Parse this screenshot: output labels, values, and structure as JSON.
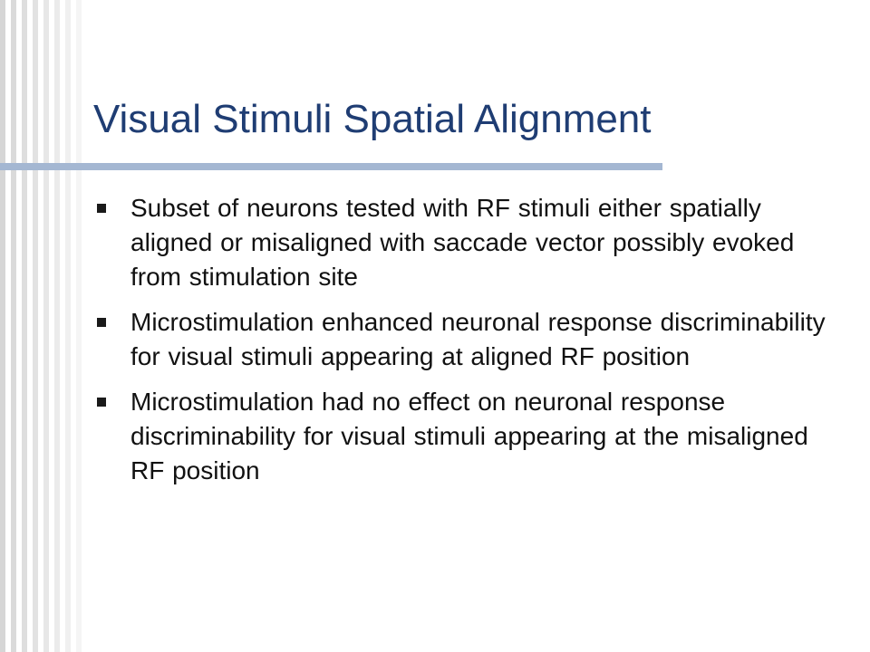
{
  "slide": {
    "title": "Visual Stimuli Spatial Alignment",
    "bullets": [
      {
        "text": "Subset of neurons tested with RF stimuli either spatially aligned or misaligned with saccade vector possibly evoked from stimulation site"
      },
      {
        "text": "Microstimulation enhanced neuronal response discriminability for visual stimuli appearing at aligned RF position"
      },
      {
        "text": "Microstimulation had no effect on neuronal response discriminability for visual stimuli appearing at the misaligned RF position"
      }
    ]
  },
  "colors": {
    "title": "#1f3d73",
    "rule": "#a4b7d2",
    "stripes": "#d6d6d6",
    "text": "#111111",
    "bullet": "#1a1a1a"
  },
  "icons": {
    "bullet": "square-bullet-icon",
    "background": "vertical-stripes"
  }
}
